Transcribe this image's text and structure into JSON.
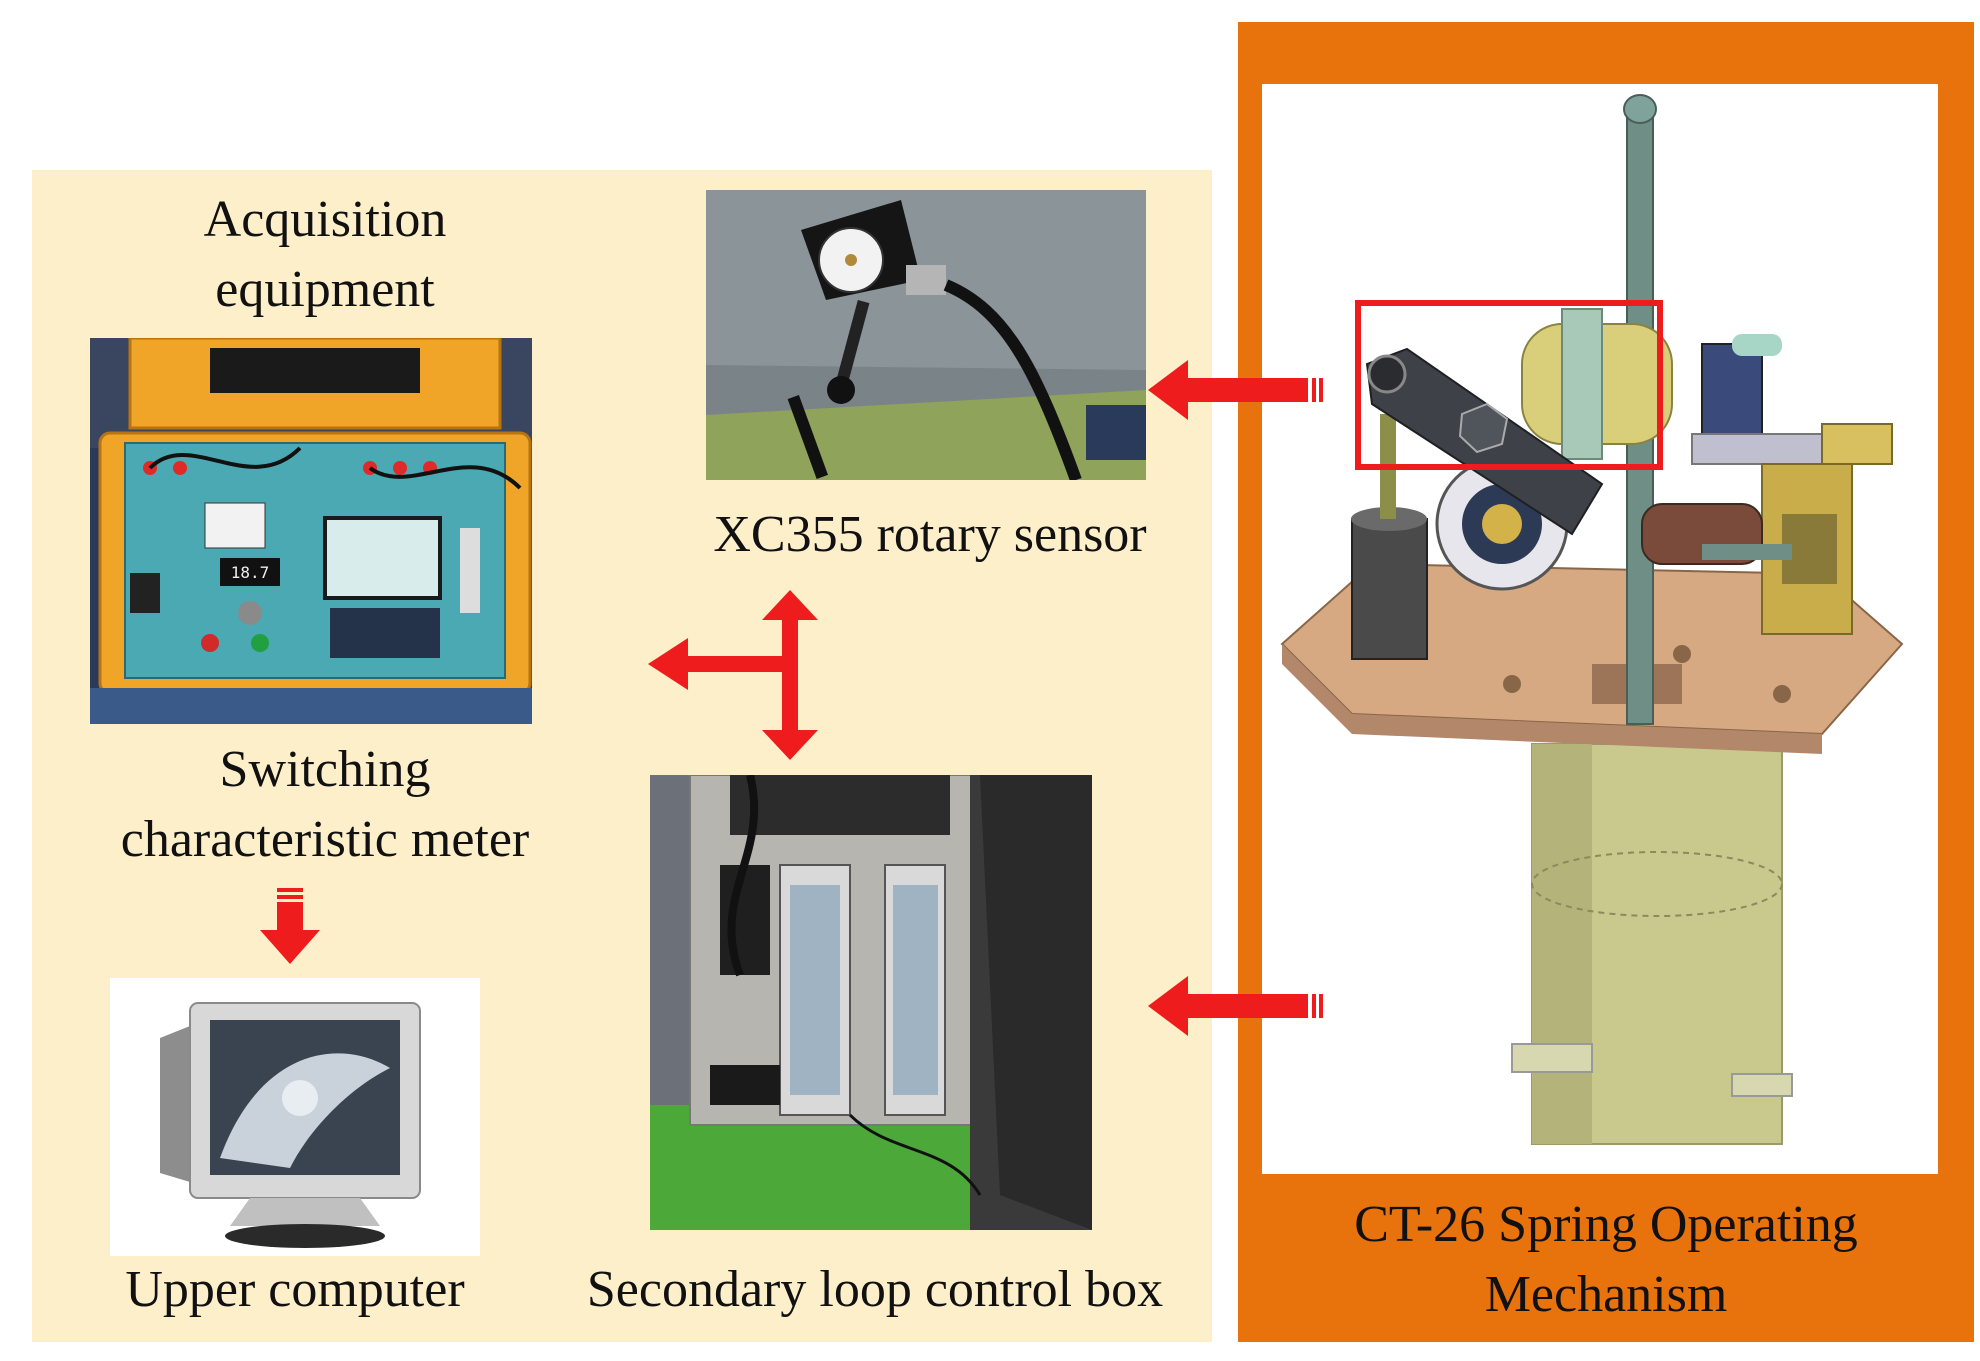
{
  "labels": {
    "acquisition_line1": "Acquisition",
    "acquisition_line2": "equipment",
    "meter_line1": "Switching",
    "meter_line2": "characteristic meter",
    "upper_computer": "Upper computer",
    "sensor": "XC355 rotary sensor",
    "control_box": "Secondary loop control box",
    "mechanism_line1": "CT-26 Spring Operating",
    "mechanism_line2": "Mechanism"
  },
  "meter_display_value": "18.7",
  "colors": {
    "left_panel": "#fdefc9",
    "right_panel": "#e8720c",
    "arrow": "#ee1c1c",
    "highlight_box": "#ee1c1c"
  }
}
